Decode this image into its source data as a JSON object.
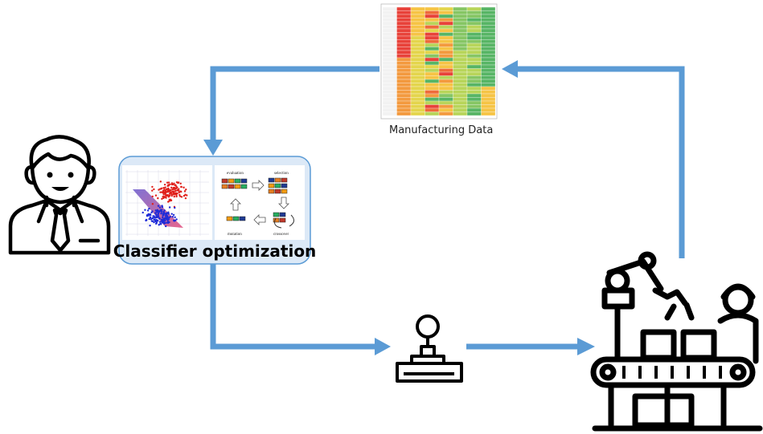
{
  "diagram": {
    "data_caption": "Manufacturing Data",
    "classifier_title": "Classifier optimization",
    "ga_labels": {
      "evaluation": "evaluation",
      "selection": "selection",
      "crossover": "crossover",
      "mutation": "mutation"
    },
    "arrow_color": "#5B9BD5",
    "box_fill": "#DCE9F7",
    "box_stroke": "#5B9BD5"
  }
}
